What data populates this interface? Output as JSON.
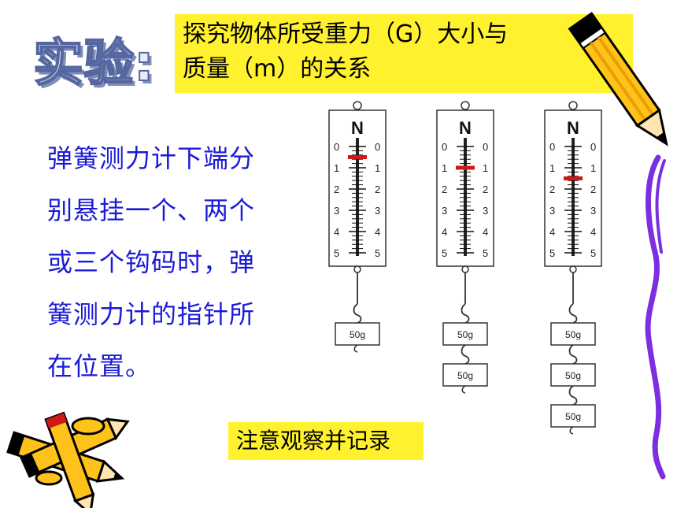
{
  "experiment_label": "实验:",
  "title": {
    "line1": "探究物体所受重力（G）大小与",
    "line2": "质量（m）的关系"
  },
  "description": [
    "弹簧测力计下端分",
    "别悬挂一个、两个",
    "或三个钩码时，弹",
    "簧测力计的指针所",
    "在位置。"
  ],
  "note": "注意观察并记录",
  "scales": [
    {
      "unit": "N",
      "ticks": [
        "0",
        "1",
        "2",
        "3",
        "4",
        "5"
      ],
      "reading": 0.5,
      "masses": [
        "50g"
      ]
    },
    {
      "unit": "N",
      "ticks": [
        "0",
        "1",
        "2",
        "3",
        "4",
        "5"
      ],
      "reading": 1.0,
      "masses": [
        "50g",
        "50g"
      ]
    },
    {
      "unit": "N",
      "ticks": [
        "0",
        "1",
        "2",
        "3",
        "4",
        "5"
      ],
      "reading": 1.5,
      "masses": [
        "50g",
        "50g",
        "50g"
      ]
    }
  ],
  "colors": {
    "title_bg": "#FFF12E",
    "desc_text": "#1B1BD6",
    "pointer": "#D01818",
    "swirl": "#7B2FE0"
  },
  "icons": [
    "pencil-icon",
    "pencils-cluster-icon"
  ]
}
